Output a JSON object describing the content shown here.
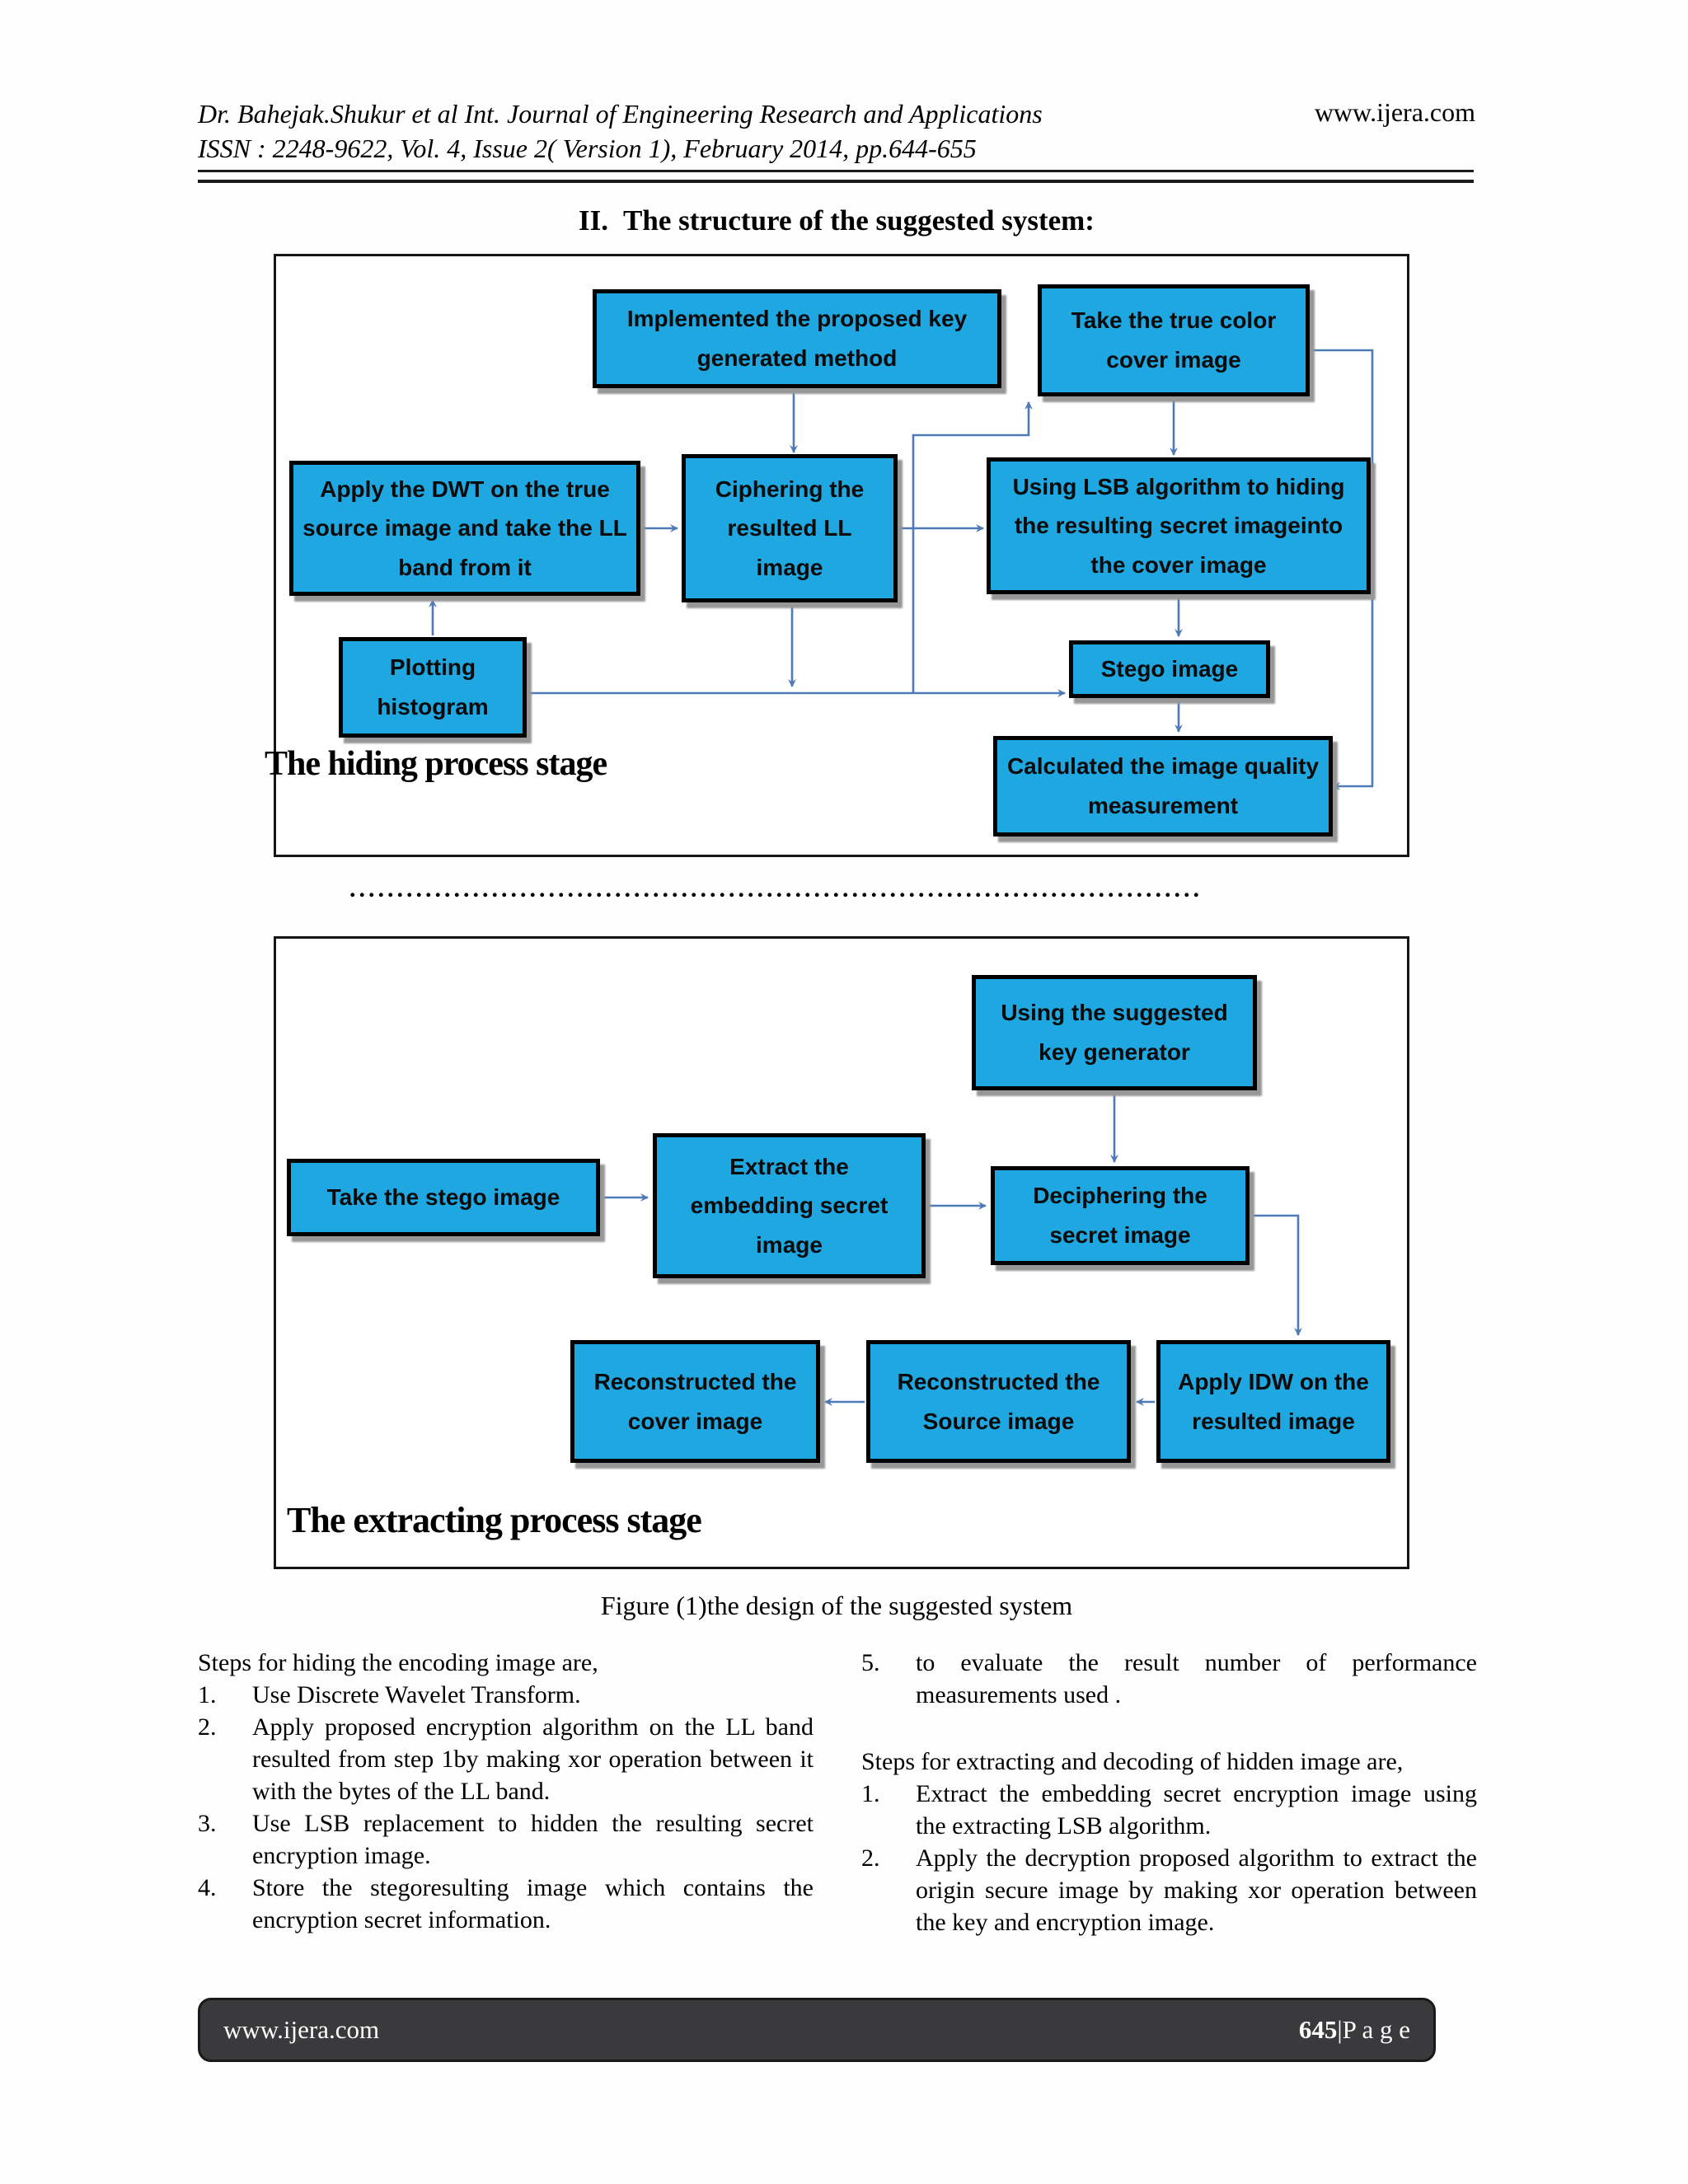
{
  "header": {
    "author_line": "Dr. Bahejak.Shukur et al Int. Journal of Engineering Research and Applications",
    "site": "www.ijera.com",
    "issn_line": "ISSN : 2248-9622, Vol. 4, Issue 2( Version 1), February 2014, pp.644-655"
  },
  "section_title": {
    "number": "II.",
    "text": "The structure of the suggested system:"
  },
  "hiding_stage": {
    "label": "The hiding process stage",
    "boxes": {
      "implemented_key": "Implemented the proposed key generated method",
      "take_true_cover": "Take the true color cover image",
      "apply_dwt": "Apply the DWT on the true source image and take the LL band from it",
      "ciphering": "Ciphering the resulted LL image",
      "using_lsb": "Using LSB algorithm to hiding the resulting secret imageinto the cover image",
      "plotting": "Plotting histogram",
      "stego": "Stego image",
      "calculated": "Calculated the image quality measurement"
    }
  },
  "separator_dots": "..........................................................................................",
  "extracting_stage": {
    "label": "The extracting process stage",
    "boxes": {
      "key_generator": "Using the suggested key generator",
      "take_stego": "Take the stego image",
      "extract": "Extract the embedding secret image",
      "deciphering": "Deciphering the secret image",
      "apply_idw": "Apply IDW on the resulted image",
      "recon_source": "Reconstructed the Source image",
      "recon_cover": "Reconstructed the cover image"
    }
  },
  "figure_caption": "Figure (1)the design of the suggested system",
  "steps_left": {
    "intro": "Steps for hiding the encoding image are,",
    "items": [
      {
        "num": "1.",
        "text": "Use Discrete Wavelet Transform."
      },
      {
        "num": "2.",
        "text": "Apply proposed encryption algorithm on the LL band resulted from step 1by making xor operation between it with the bytes of the LL band."
      },
      {
        "num": "3.",
        "text": "Use LSB replacement to hidden the resulting secret encryption image."
      },
      {
        "num": "4.",
        "text": "Store the stegoresulting image which contains the encryption secret information."
      }
    ]
  },
  "steps_right": {
    "item5": {
      "num": "5.",
      "text": "to evaluate the result number of performance measurements used ."
    },
    "intro": "Steps for extracting and decoding of hidden image are,",
    "items": [
      {
        "num": "1.",
        "text": "Extract the embedding secret encryption image using the extracting LSB algorithm."
      },
      {
        "num": "2.",
        "text": "Apply the decryption proposed algorithm to extract the origin secure image by making xor operation between the key and encryption image."
      }
    ]
  },
  "footer": {
    "site": "www.ijera.com",
    "page_number": "645",
    "page_suffix": "|P a g e"
  },
  "colors": {
    "box_fill": "#1ea7e0",
    "arrow": "#4f7ab8",
    "footer_bg": "#3a393b"
  }
}
